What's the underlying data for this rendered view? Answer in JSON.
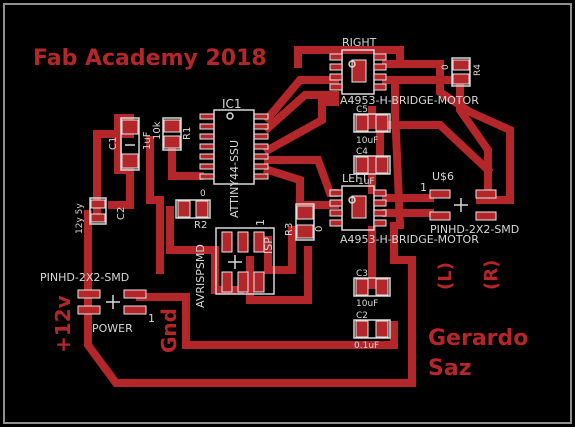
{
  "board": {
    "title": "Fab Academy 2018",
    "author_line1": "Gerardo",
    "author_line2": "Saz",
    "colors": {
      "background": "#000000",
      "copper": "#b3262a",
      "silk": "#d8d8d8",
      "pad_outline": "#e8e8e8",
      "frame": "#8f8f8f"
    }
  },
  "components": {
    "ic1": {
      "ref": "IC1",
      "value": "ATTINY44-SSU"
    },
    "c1": {
      "ref": "C1",
      "value": "1uF"
    },
    "r1": {
      "ref": "R1",
      "value": "10k"
    },
    "c2": {
      "ref": "C2",
      "value": "12y 5y"
    },
    "r2": {
      "ref": "R2",
      "value": "0"
    },
    "r3": {
      "ref": "R3",
      "value": "0"
    },
    "r4": {
      "ref": "R4",
      "value": "0"
    },
    "isp": {
      "ref": "ISP",
      "value": "AVRISPSMD",
      "pin1": "1"
    },
    "motor_right": {
      "title": "RIGHT",
      "value": "A4953-H-BRIDGE-MOTOR"
    },
    "motor_left": {
      "title": "LEFT",
      "value": "A4953-H-BRIDGE-MOTOR"
    },
    "c5": {
      "ref": "C5",
      "value": "10uF"
    },
    "c4": {
      "ref": "C4",
      "value": "1uF"
    },
    "c3": {
      "ref": "C3",
      "value": "10uF"
    },
    "c2b": {
      "ref": "C2",
      "value": "0.1uF"
    },
    "u6": {
      "ref": "U$6",
      "value": "PINHD-2X2-SMD",
      "pin1": "1"
    },
    "power": {
      "ref": "POWER",
      "value": "PINHD-2X2-SMD",
      "pin1": "1"
    }
  },
  "labels": {
    "plus12v": "+12v",
    "gnd": "Gnd",
    "left": "(L)",
    "right": "(R)"
  }
}
